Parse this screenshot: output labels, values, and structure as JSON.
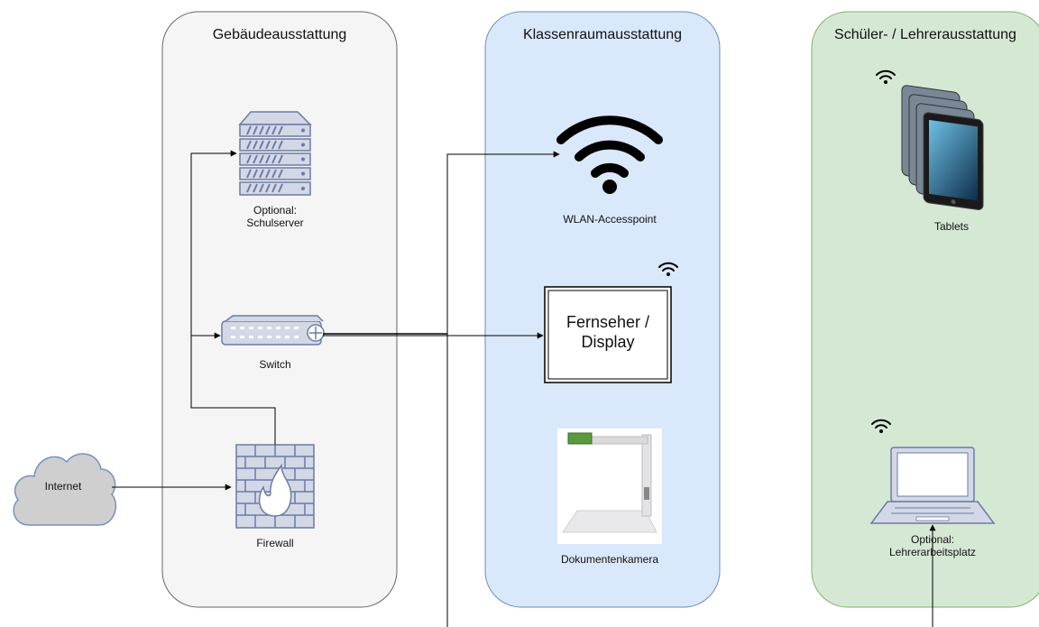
{
  "columns": {
    "building": {
      "title": "Gebäudeausstattung",
      "fill": "#f5f5f5",
      "stroke": "#666666"
    },
    "classroom": {
      "title": "Klassenraumausstattung",
      "fill": "#dae8fc",
      "stroke": "#6c8ebf"
    },
    "people": {
      "title": "Schüler- / Lehrerausstattung",
      "fill": "#d5e8d4",
      "stroke": "#82b366"
    }
  },
  "nodes": {
    "server": {
      "label_line1": "Optional:",
      "label_line2": "Schulserver",
      "icon": "server-icon"
    },
    "switch": {
      "label": "Switch",
      "icon": "switch-icon"
    },
    "firewall": {
      "label": "Firewall",
      "icon": "firewall-icon"
    },
    "internet": {
      "label": "Internet",
      "icon": "cloud-icon"
    },
    "accesspoint": {
      "label": "WLAN-Accesspoint",
      "icon": "wifi-icon"
    },
    "display": {
      "label_line1": "Fernseher /",
      "label_line2": "Display",
      "icon": "wifi-icon"
    },
    "doccam": {
      "label": "Dokumentenkamera",
      "icon": "document-camera-image"
    },
    "tablets": {
      "label": "Tablets",
      "icon": "tablet-stack-icon"
    },
    "laptop": {
      "label_line1": "Optional:",
      "label_line2": "Lehrerarbeitsplatz",
      "icon": "laptop-icon"
    }
  },
  "colors": {
    "device_fill": "#d3d8e6",
    "device_stroke": "#6b7ba4",
    "cloud_fill": "#cfcfcf",
    "cloud_stroke": "#7a8fbf"
  }
}
